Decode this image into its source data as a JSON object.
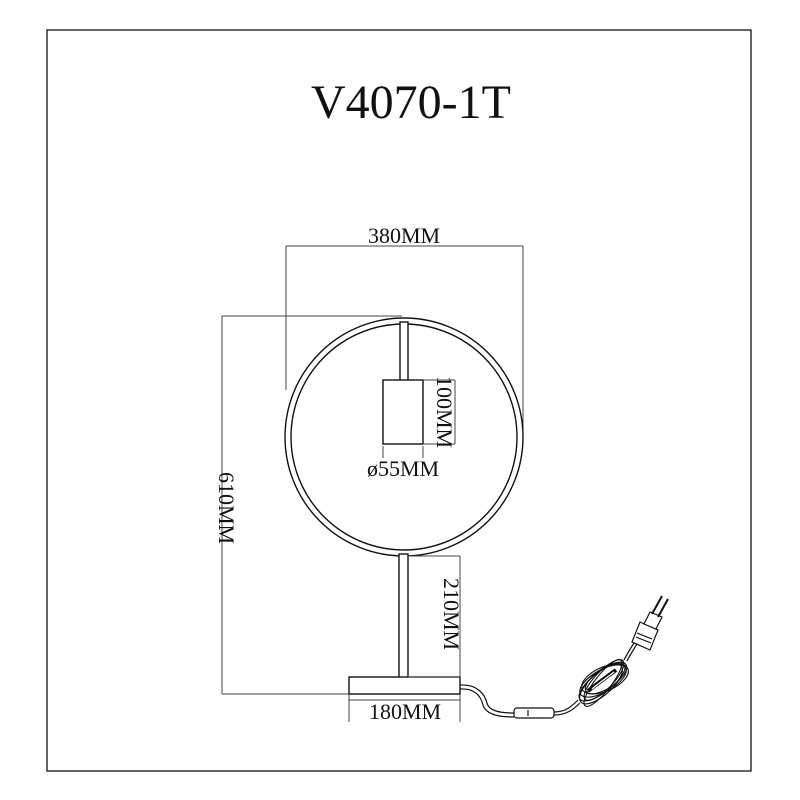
{
  "title": "V4070-1T",
  "dimensions": {
    "width": "380MM",
    "height": "610MM",
    "holder_height": "100MM",
    "holder_diameter": "ø55MM",
    "stem_height": "210MM",
    "base_width": "180MM"
  },
  "colors": {
    "line": "#111111",
    "dimension_line": "#444444",
    "background": "#ffffff"
  },
  "icons": {
    "plug": "euro-plug-icon",
    "switch": "inline-switch-icon",
    "cord": "coiled-cord"
  }
}
